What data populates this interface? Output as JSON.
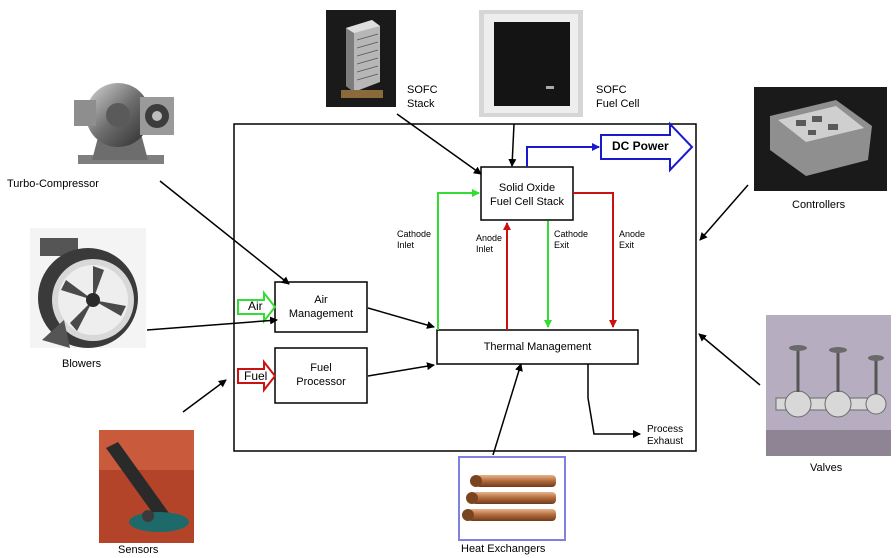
{
  "components": {
    "turbo_compressor": "Turbo-Compressor",
    "blowers": "Blowers",
    "sensors": "Sensors",
    "heat_exchangers": "Heat Exchangers",
    "valves": "Valves",
    "controllers": "Controllers",
    "sofc_stack": [
      "SOFC",
      "Stack"
    ],
    "sofc_fuel_cell": [
      "SOFC",
      "Fuel Cell"
    ]
  },
  "blocks": {
    "stack": [
      "Solid Oxide",
      "Fuel Cell Stack"
    ],
    "air_management": [
      "Air",
      "Management"
    ],
    "fuel_processor": [
      "Fuel",
      "Processor"
    ],
    "thermal_management": "Thermal Management"
  },
  "inputs": {
    "air": "Air",
    "fuel": "Fuel"
  },
  "output": {
    "dc_power": "DC Power"
  },
  "flows": {
    "cathode_inlet": [
      "Cathode",
      "Inlet"
    ],
    "anode_inlet": [
      "Anode",
      "Inlet"
    ],
    "cathode_exit": [
      "Cathode",
      "Exit"
    ],
    "anode_exit": [
      "Anode",
      "Exit"
    ],
    "process_exhaust": [
      "Process",
      "Exhaust"
    ]
  },
  "colors": {
    "cathode": "#33dd33",
    "anode": "#cc1111",
    "power": "#1a1acc",
    "heat_exchanger_frame": "#8080e0"
  }
}
